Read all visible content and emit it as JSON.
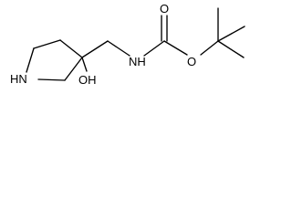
{
  "atoms": {
    "o_carbonyl": "O",
    "nh_amide": "NH",
    "o_ester": "O",
    "hn_ring": "HN",
    "oh": "OH"
  },
  "colors": {
    "background": "#ffffff",
    "bond": "#000000",
    "text": "#000000"
  }
}
